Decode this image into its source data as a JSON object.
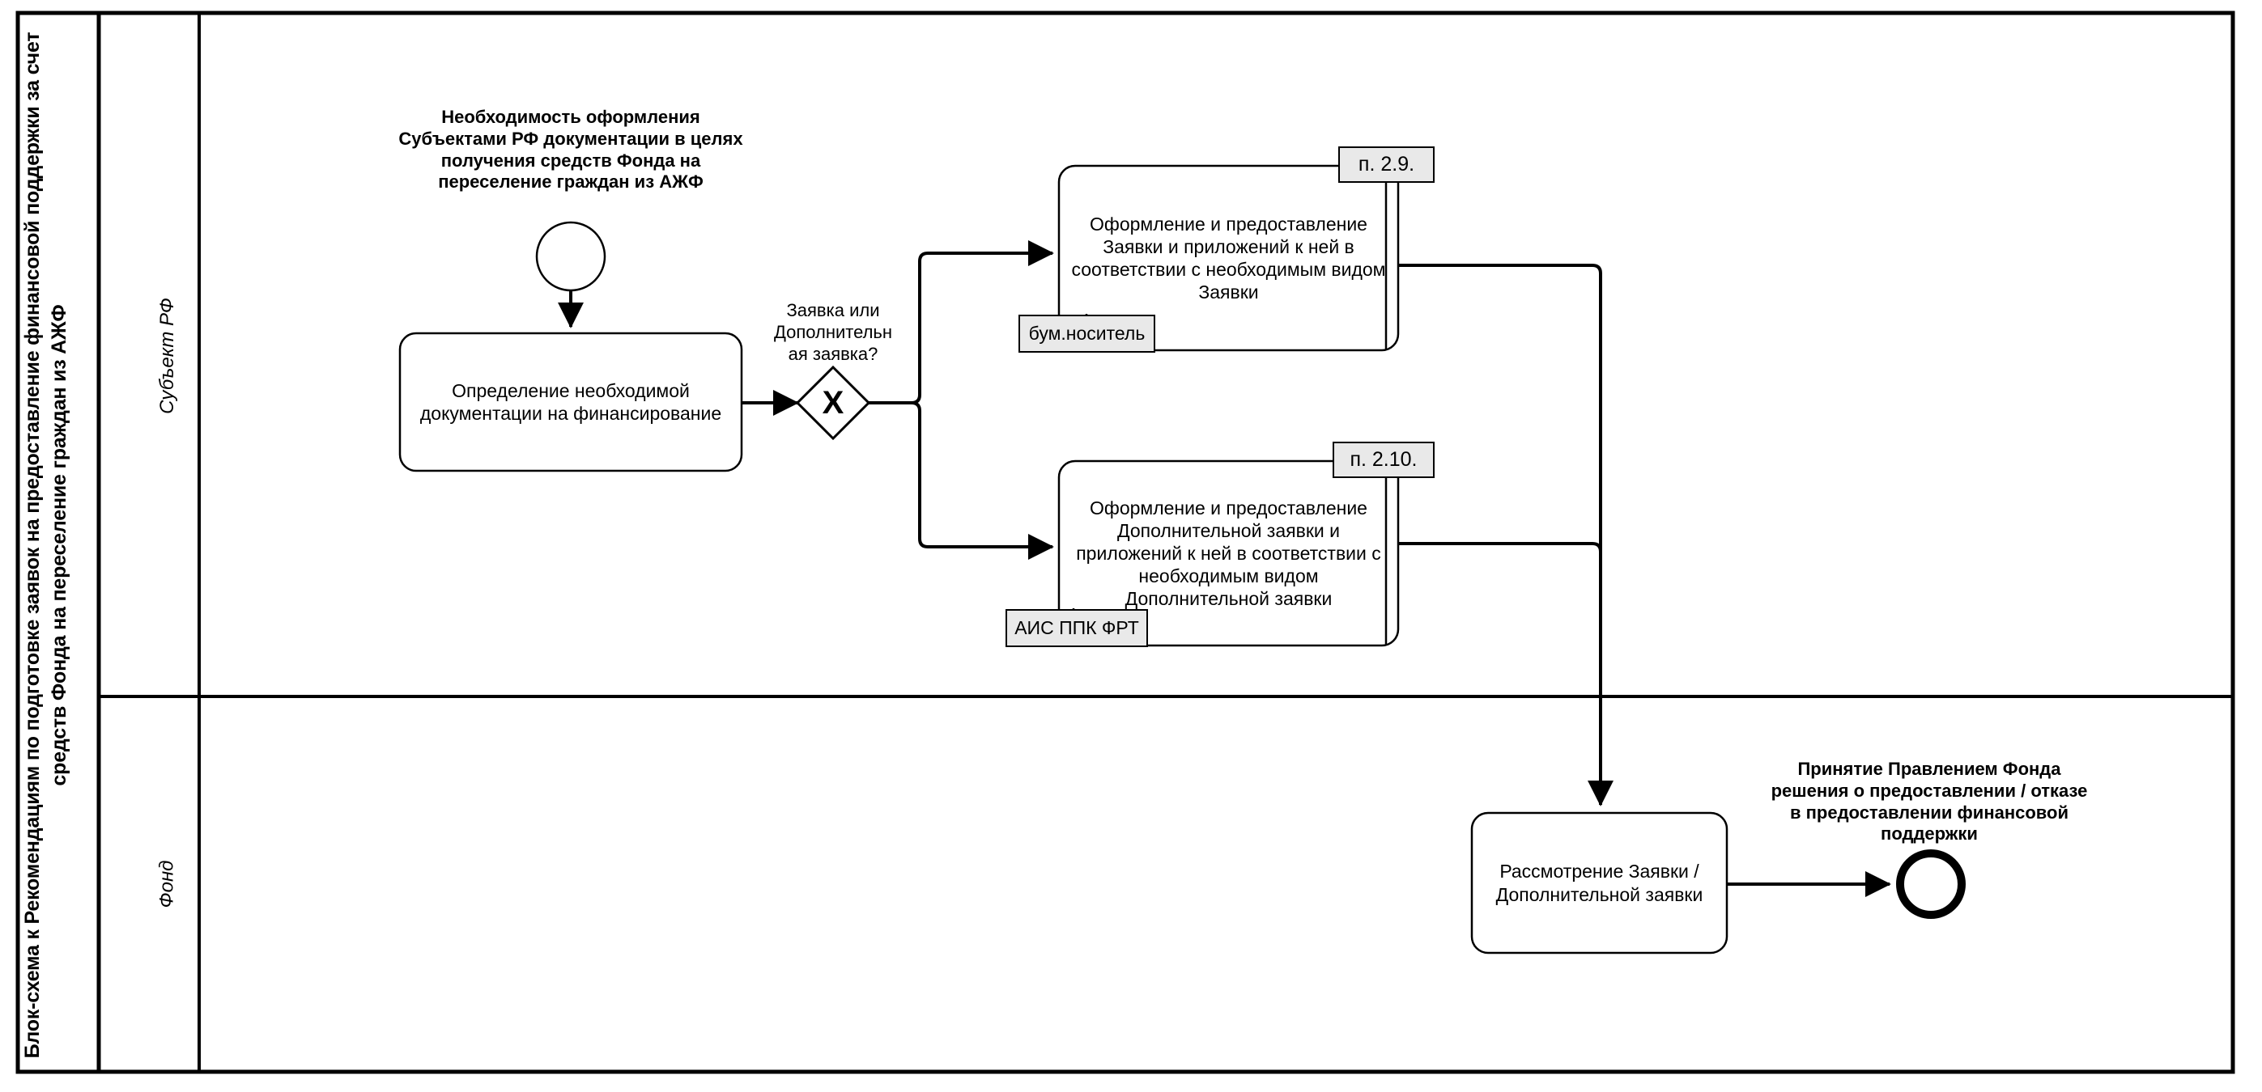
{
  "pool": {
    "title": "Блок-схема к Рекомендациям по подготовке заявок на предоставление финансовой поддержки за счет средств Фонда на переселение граждан из АЖФ",
    "lanes": [
      {
        "id": "lane-subject",
        "label": "Субъект РФ"
      },
      {
        "id": "lane-fund",
        "label": "Фонд"
      }
    ]
  },
  "colors": {
    "stroke": "#000000",
    "canvas": "#ffffff",
    "shape_fill": "#ffffff",
    "annotation_fill": "#e9e9e9",
    "annotation_stroke": "#000000"
  },
  "events": {
    "start": {
      "name": "start-event",
      "label": "Необходимость оформления\nСубъектами РФ документации в целях\nполучения средств Фонда на\nпереселение граждан из АЖФ"
    },
    "end": {
      "name": "end-event",
      "label": "Принятие Правлением Фонда\nрешения о предоставлении / отказе\nв предоставлении финансовой\nподдержки"
    }
  },
  "gateway": {
    "name": "exclusive-gateway",
    "symbol": "X",
    "label": "Заявка или\nДополнительн\nая заявка?"
  },
  "tasks": [
    {
      "id": "task-determine-docs",
      "label": "Определение необходимой\nдокументации на финансирование",
      "lane": "lane-subject"
    },
    {
      "id": "task-prepare-application",
      "label": "Оформление и предоставление\nЗаявки и приложений к ней в\nсоответствии с необходимым видом\nЗаявки",
      "lane": "lane-subject",
      "reference": "п. 2.9.",
      "annotation": "бум.носитель"
    },
    {
      "id": "task-prepare-additional-application",
      "label": "Оформление и предоставление\nДополнительной заявки и\nприложений к ней в соответствии с\nнеобходимым видом\nДополнительной заявки",
      "lane": "lane-subject",
      "reference": "п. 2.10.",
      "annotation": "АИС ППК ФРТ"
    },
    {
      "id": "task-review-application",
      "label": "Рассмотрение Заявки /\nДополнительной заявки",
      "lane": "lane-fund"
    }
  ]
}
